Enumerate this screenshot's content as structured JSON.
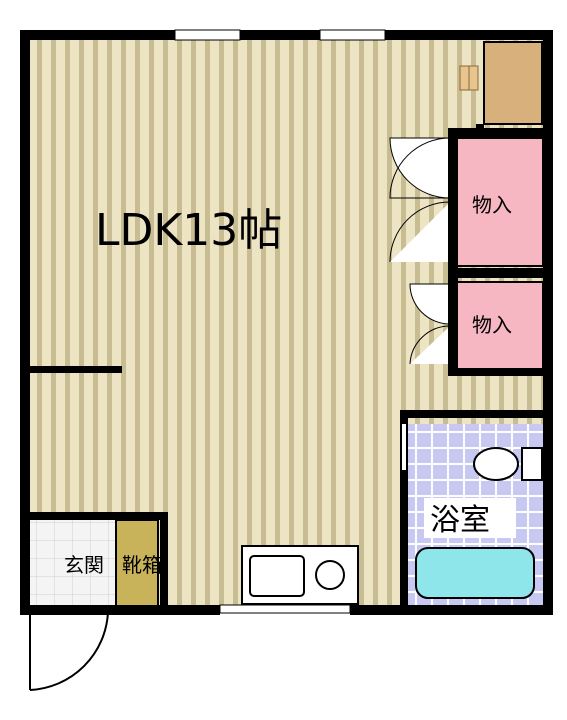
{
  "plan": {
    "main_room_label": "LDK13帖",
    "closet_upper_label": "物入",
    "closet_lower_label": "物入",
    "bath_label": "浴室",
    "entrance_label": "玄関",
    "shoe_box_label": "靴箱"
  },
  "colors": {
    "wall": "#000000",
    "floor_stripe_light": "#ede4c4",
    "floor_stripe_dark": "#c8bd92",
    "closet_fill": "#f6b7c2",
    "storage_fill": "#d8b07c",
    "bath_tile": "#c7c9f2",
    "bathtub": "#8ee6ea",
    "shoe_box": "#c8b35a",
    "entrance_tile": "#f2f2f2"
  }
}
